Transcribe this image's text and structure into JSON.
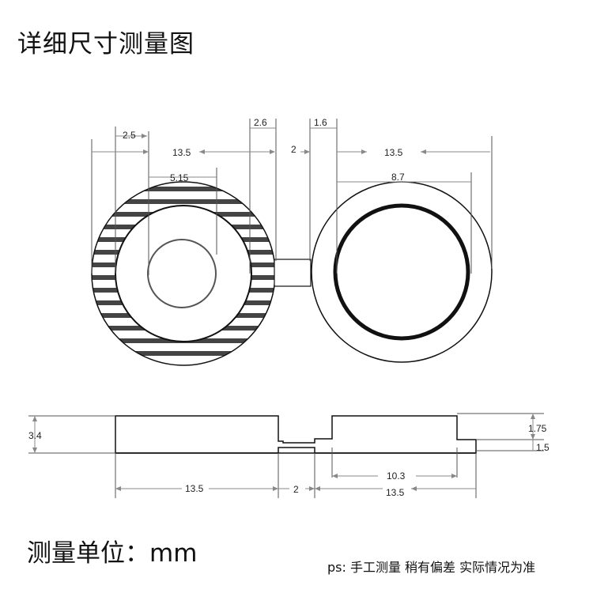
{
  "title": "详细尺寸测量图",
  "unit_text": "测量单位：mm",
  "note_text": "ps: 手工测量 稍有偏差 实际情况为准",
  "dimensions": {
    "top_view": {
      "d_2_5": "2.5",
      "d_13_5_left": "13.5",
      "d_2": "2",
      "d_13_5_right": "13.5",
      "d_2_6": "2.6",
      "d_1_6": "1.6",
      "d_5_15": "5.15",
      "d_8_7": "8.7"
    },
    "side_view": {
      "d_3_4": "3.4",
      "d_1_75": "1.75",
      "d_1_5": "1.5",
      "d_10_3": "10.3",
      "d_13_5_left": "13.5",
      "d_2": "2",
      "d_13_5_right": "13.5"
    }
  }
}
